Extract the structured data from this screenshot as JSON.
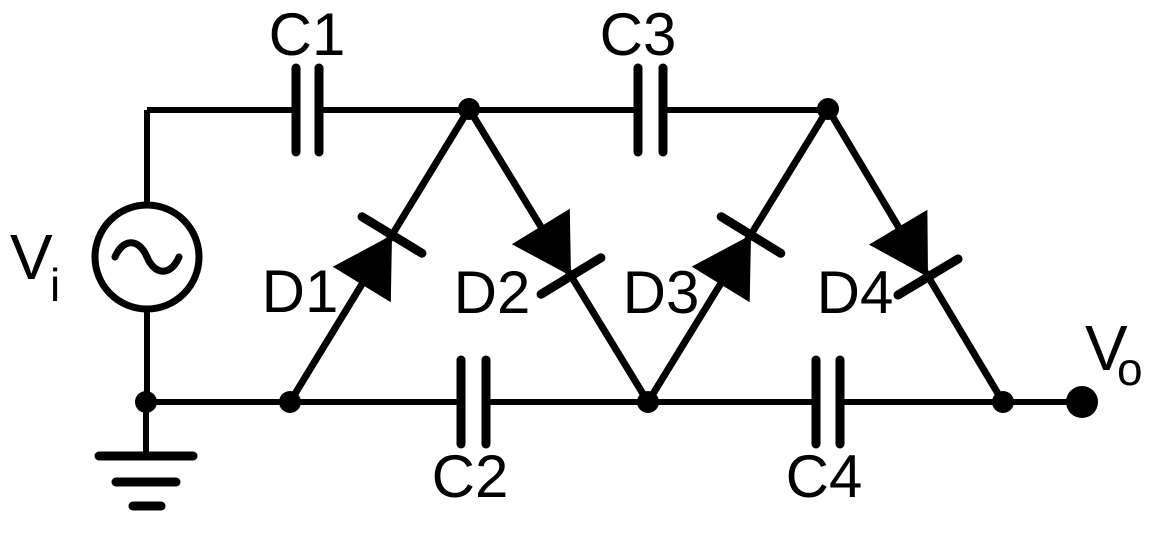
{
  "diagram": {
    "kind": "circuit-schematic",
    "source_label": {
      "base": "V",
      "sub": "i"
    },
    "output_label": {
      "base": "V",
      "sub": "o"
    },
    "capacitors": [
      {
        "label": "C1"
      },
      {
        "label": "C2"
      },
      {
        "label": "C3"
      },
      {
        "label": "C4"
      }
    ],
    "diodes": [
      {
        "label": "D1"
      },
      {
        "label": "D2"
      },
      {
        "label": "D3"
      },
      {
        "label": "D4"
      }
    ],
    "colors": {
      "stroke": "#000000",
      "background": "#ffffff"
    }
  }
}
